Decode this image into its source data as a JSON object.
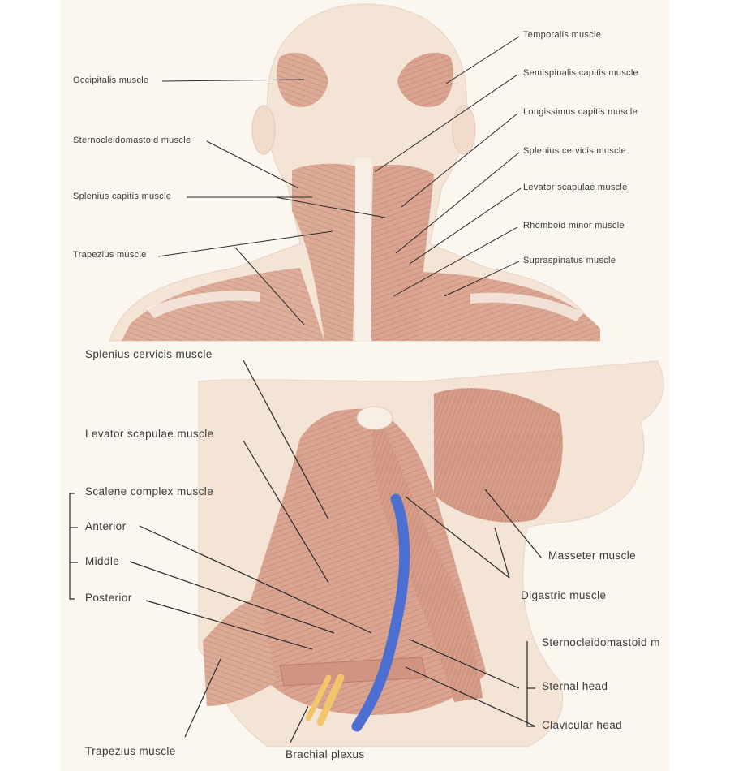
{
  "top_labels": {
    "occipitalis": "Occipitalis muscle",
    "sternocleidomastoid": "Sternocleidomastoid muscle",
    "splenius_capitis": "Splenius capitis muscle",
    "trapezius": "Trapezius muscle",
    "temporalis": "Temporalis muscle",
    "semispinalis_capitis": "Semispinalis capitis muscle",
    "longissimus_capitis": "Longissimus capitis muscle",
    "splenius_cervicis": "Splenius cervicis muscle",
    "levator_scapulae": "Levator scapulae muscle",
    "rhomboid_minor": "Rhomboid minor muscle",
    "supraspinatus": "Supraspinatus muscle"
  },
  "bottom_labels": {
    "splenius_cervicis": "Splenius cervicis muscle",
    "levator_scapulae": "Levator scapulae muscle",
    "scalene_complex": "Scalene complex muscle",
    "anterior": "Anterior",
    "middle": "Middle",
    "posterior": "Posterior",
    "trapezius": "Trapezius muscle",
    "brachial_plexus": "Brachial plexus",
    "masseter": "Masseter muscle",
    "digastric": "Digastric muscle",
    "sternocleidomastoid": "Sternocleidomastoid m",
    "sternal_head": "Sternal head",
    "clavicular_head": "Clavicular head"
  },
  "colors": {
    "muscle": "#d9a592",
    "muscle_dark": "#c98a75",
    "skin": "#f3e4d6",
    "tendon": "#f7efe6",
    "vein": "#4d6fd1",
    "nerve": "#f2c56b",
    "leader": "#2a2a2a"
  }
}
